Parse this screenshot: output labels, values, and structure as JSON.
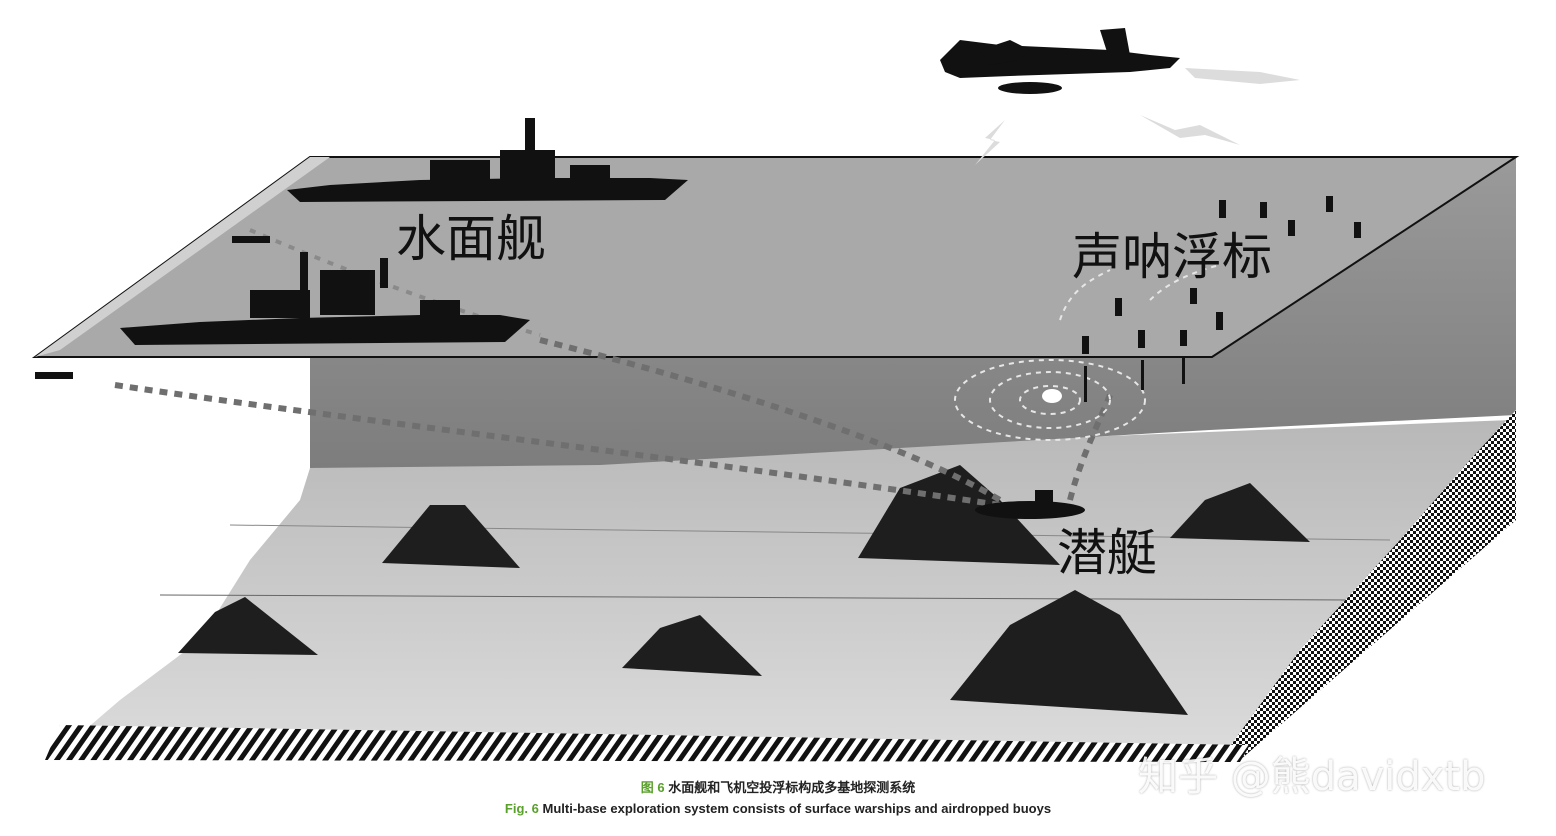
{
  "labels": {
    "surface_ship": "水面舰",
    "sonobuoy": "声呐浮标",
    "submarine": "潜艇"
  },
  "caption": {
    "zh_prefix": "图 6",
    "zh_text": "水面舰和飞机空投浮标构成多基地探测系统",
    "en_prefix": "Fig. 6",
    "en_text": "Multi-base exploration system consists of surface warships and airdropped buoys"
  },
  "watermark": "知乎 @熊davidxtb",
  "colors": {
    "caption_accent": "#5aa02c",
    "sea_surface": "#a9a9a9",
    "sea_body": "#8f8f8f",
    "seabed": "#c9c9c9",
    "silhouette": "#111111"
  }
}
